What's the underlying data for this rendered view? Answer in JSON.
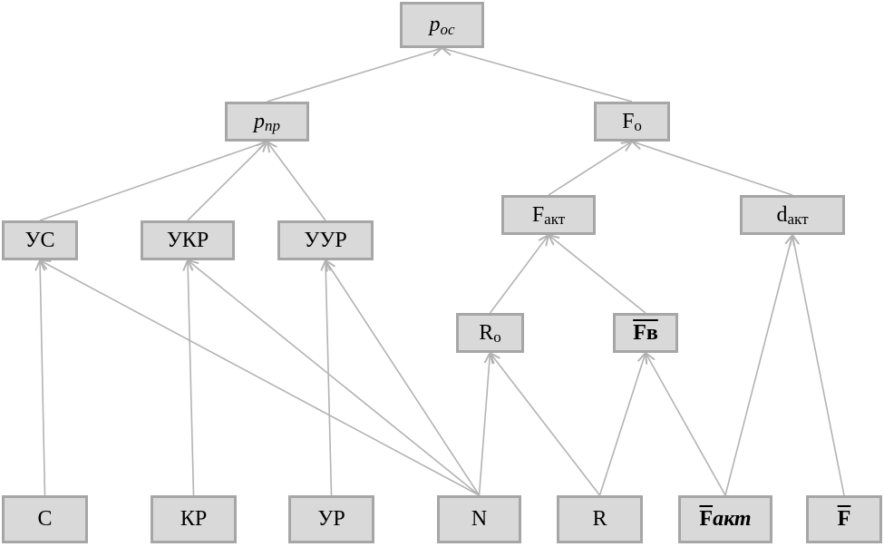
{
  "nodes": {
    "p_os": {
      "main": "p",
      "sub": "ос"
    },
    "p_pr": {
      "main": "p",
      "sub": "пр"
    },
    "f_o": {
      "main": "F",
      "sub": "o"
    },
    "us": {
      "label": "УС"
    },
    "ukr": {
      "label": "УКР"
    },
    "uur": {
      "label": "УУР"
    },
    "f_akt": {
      "main": "F",
      "sub": "акт"
    },
    "d_akt": {
      "main": "d",
      "sub": " акт"
    },
    "r_o": {
      "main": "R",
      "sub": "o"
    },
    "f_v": {
      "label": "Fв"
    },
    "c": {
      "label": "C"
    },
    "kr": {
      "label": "КР"
    },
    "ur": {
      "label": "УР"
    },
    "n": {
      "label": "N"
    },
    "r": {
      "label": "R"
    },
    "f_akt_bar": {
      "main": "F",
      "sub": "акт"
    },
    "f_bar": {
      "label": "F"
    }
  },
  "colors": {
    "node_fill": "#d9d9d9",
    "node_border": "#a6a6a6",
    "edge": "#b3b3b3"
  },
  "edges": [
    [
      "p_pr",
      "p_os"
    ],
    [
      "f_o",
      "p_os"
    ],
    [
      "us",
      "p_pr"
    ],
    [
      "ukr",
      "p_pr"
    ],
    [
      "uur",
      "p_pr"
    ],
    [
      "f_akt",
      "f_o"
    ],
    [
      "d_akt",
      "f_o"
    ],
    [
      "r_o",
      "f_akt"
    ],
    [
      "f_v",
      "f_akt"
    ],
    [
      "c",
      "us"
    ],
    [
      "n",
      "us"
    ],
    [
      "kr",
      "ukr"
    ],
    [
      "n",
      "ukr"
    ],
    [
      "ur",
      "uur"
    ],
    [
      "n",
      "uur"
    ],
    [
      "n",
      "r_o"
    ],
    [
      "r",
      "r_o"
    ],
    [
      "r",
      "f_v"
    ],
    [
      "f_akt_bar",
      "f_v"
    ],
    [
      "f_akt_bar",
      "d_akt"
    ],
    [
      "f_bar",
      "d_akt"
    ]
  ]
}
